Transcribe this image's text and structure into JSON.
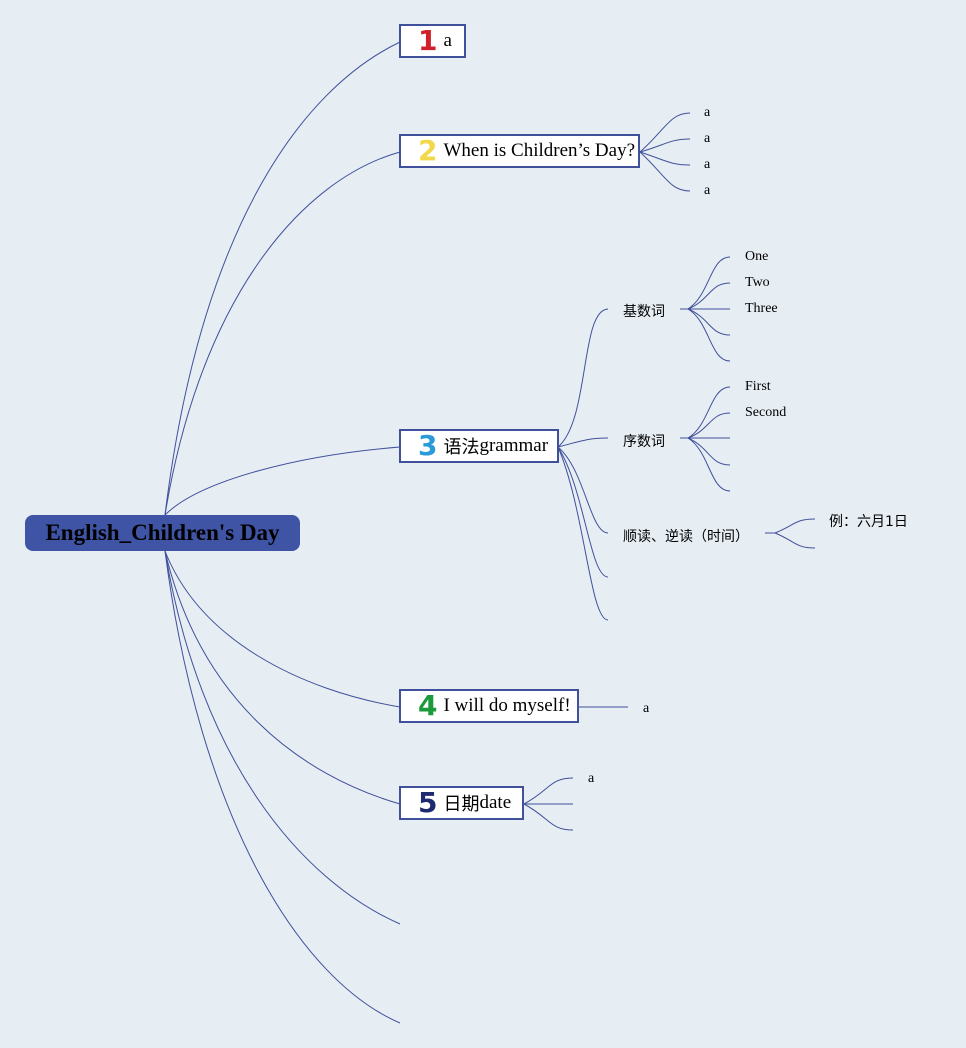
{
  "root": {
    "label": "English_Children's Day"
  },
  "topics": [
    {
      "number": "1",
      "number_color": "#d0202a",
      "label": "a"
    },
    {
      "number": "2",
      "number_color": "#f2d84a",
      "label": "When is Children’s Day?",
      "children": [
        "a",
        "a",
        "a",
        "a"
      ]
    },
    {
      "number": "3",
      "number_color": "#2a9ad8",
      "label_cjk": "语法",
      "label": "grammar",
      "children": [
        {
          "label": "基数词",
          "children": [
            "One",
            "Two",
            "Three"
          ]
        },
        {
          "label": "序数词",
          "children": [
            "First",
            "Second"
          ]
        },
        {
          "label": "顺读、逆读（时间）",
          "children": [
            "例：六月1日"
          ]
        }
      ]
    },
    {
      "number": "4",
      "number_color": "#1a9a3a",
      "label": "I will do myself!",
      "children": [
        "a"
      ]
    },
    {
      "number": "5",
      "number_color": "#1e2a70",
      "label_cjk": "日期",
      "label": "date",
      "children": [
        "a"
      ]
    }
  ],
  "colors": {
    "line": "#41509a",
    "root_bg": "#3f54a4",
    "background": "#e6eef4"
  }
}
